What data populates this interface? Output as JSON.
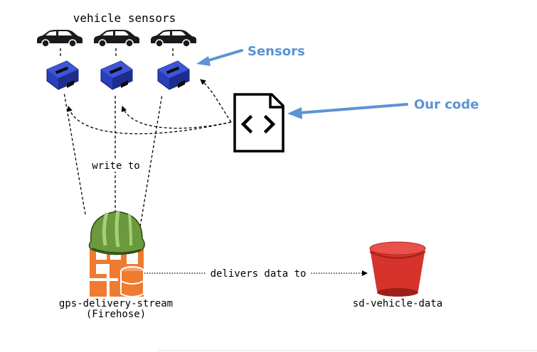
{
  "diagram": {
    "title": "vehicle sensors",
    "edge_write_label": "write to",
    "edge_deliver_label": "delivers data to",
    "stream_name": "gps-delivery-stream",
    "stream_type": "(Firehose)",
    "bucket_name": "sd-vehicle-data",
    "callout_sensors": "Sensors",
    "callout_code": "Our code",
    "colors": {
      "callout": "#5b93d6",
      "sensor_body": "#2a3fb8",
      "helmet": "#6a9a3c",
      "firehose": "#ee7b30",
      "bucket": "#d6332c"
    },
    "icons": [
      "car-icon",
      "obd-sensor-icon",
      "code-file-icon",
      "firehose-icon",
      "s3-bucket-icon"
    ]
  }
}
